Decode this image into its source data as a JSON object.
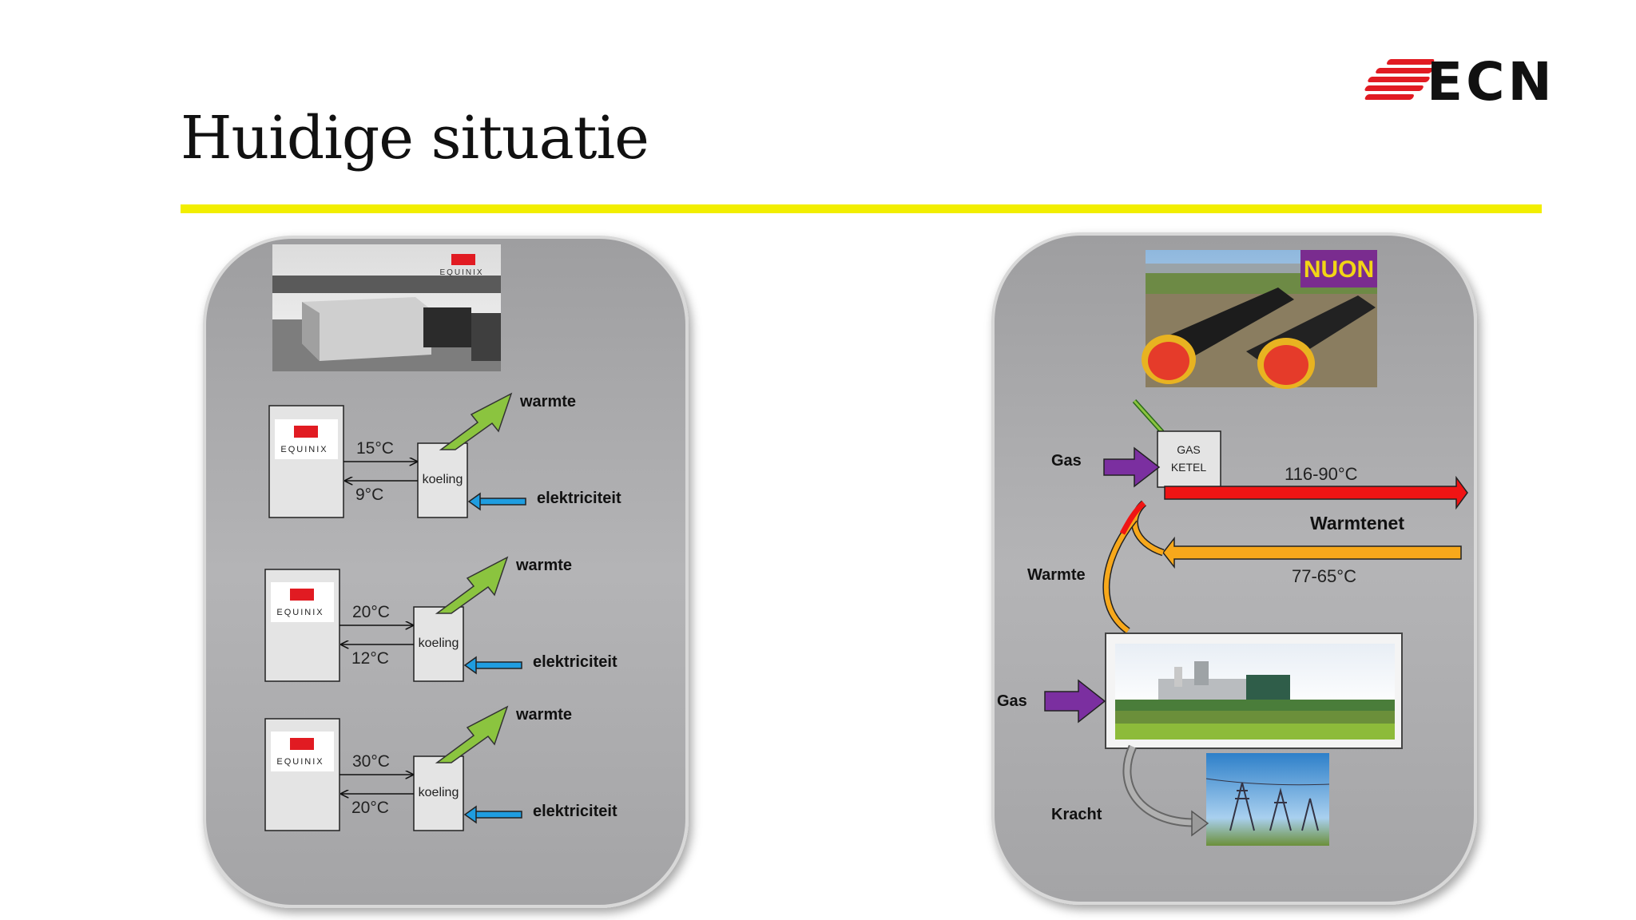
{
  "slide": {
    "title": "Huidige situatie",
    "logo_text": "ECN",
    "colors": {
      "accent_rule": "#f2ee00",
      "panel": "#aaaaac",
      "heat_arrow": "#8bc43f",
      "elec_arrow": "#1f9de0",
      "gas_arrow": "#7b2fa0",
      "hot_pipe": "#f01414",
      "cold_pipe": "#f7a81b",
      "nuon_bg": "#7a2c8f",
      "nuon_text": "#f2d516"
    }
  },
  "left_panel": {
    "brand": "EQUINIX",
    "rows": [
      {
        "supply_temp": "15°C",
        "return_temp": "9°C",
        "cooler": "koeling",
        "heat": "warmte",
        "power": "elektriciteit"
      },
      {
        "supply_temp": "20°C",
        "return_temp": "12°C",
        "cooler": "koeling",
        "heat": "warmte",
        "power": "elektriciteit"
      },
      {
        "supply_temp": "30°C",
        "return_temp": "20°C",
        "cooler": "koeling",
        "heat": "warmte",
        "power": "elektriciteit"
      }
    ]
  },
  "right_panel": {
    "brand": "NUON",
    "boiler_line1": "GAS",
    "boiler_line2": "KETEL",
    "gas_top": "Gas",
    "gas_bottom": "Gas",
    "supply_temp": "116-90°C",
    "network": "Warmtenet",
    "return_temp": "77-65°C",
    "heat": "Warmte",
    "power": "Kracht"
  }
}
